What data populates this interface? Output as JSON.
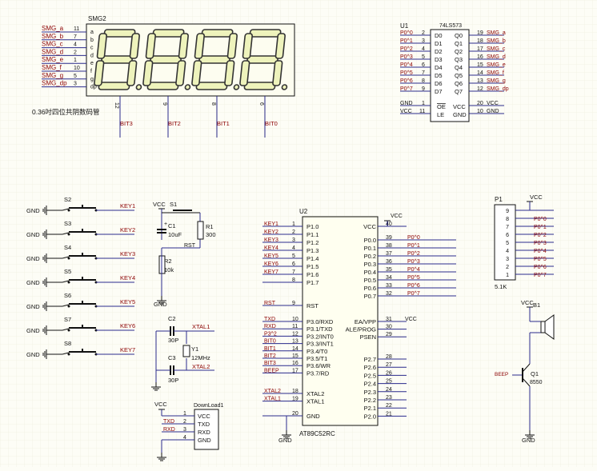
{
  "display": {
    "ref": "SMG2",
    "caption": "0.36吋四位共阴数码管",
    "pins": [
      {
        "sig": "SMG_a",
        "num": "11",
        "seg": "a"
      },
      {
        "sig": "SMG_b",
        "num": "7",
        "seg": "b"
      },
      {
        "sig": "SMG_c",
        "num": "4",
        "seg": "c"
      },
      {
        "sig": "SMG_d",
        "num": "2",
        "seg": "d"
      },
      {
        "sig": "SMG_e",
        "num": "1",
        "seg": "e"
      },
      {
        "sig": "SMG_f",
        "num": "10",
        "seg": "f"
      },
      {
        "sig": "SMG_g",
        "num": "5",
        "seg": "g"
      },
      {
        "sig": "SMG_dp",
        "num": "3",
        "seg": "dp"
      }
    ],
    "digits": [
      {
        "pin": "12",
        "net": "BIT3"
      },
      {
        "pin": "9",
        "net": "BIT2"
      },
      {
        "pin": "8",
        "net": "BIT1"
      },
      {
        "pin": "6",
        "net": "BIT0"
      }
    ]
  },
  "latch": {
    "ref": "U1",
    "part": "74LS573",
    "inputs": [
      {
        "net": "P0^0",
        "num": "2",
        "name": "D0"
      },
      {
        "net": "P0^1",
        "num": "3",
        "name": "D1"
      },
      {
        "net": "P0^2",
        "num": "4",
        "name": "D2"
      },
      {
        "net": "P0^3",
        "num": "5",
        "name": "D3"
      },
      {
        "net": "P0^4",
        "num": "6",
        "name": "D4"
      },
      {
        "net": "P0^5",
        "num": "7",
        "name": "D5"
      },
      {
        "net": "P0^6",
        "num": "8",
        "name": "D6"
      },
      {
        "net": "P0^7",
        "num": "9",
        "name": "D7"
      }
    ],
    "outputs": [
      {
        "name": "Q0",
        "num": "19",
        "net": "SMG_a"
      },
      {
        "name": "Q1",
        "num": "18",
        "net": "SMG_b"
      },
      {
        "name": "Q2",
        "num": "17",
        "net": "SMG_c"
      },
      {
        "name": "Q3",
        "num": "16",
        "net": "SMG_d"
      },
      {
        "name": "Q4",
        "num": "15",
        "net": "SMG_e"
      },
      {
        "name": "Q5",
        "num": "14",
        "net": "SMG_f"
      },
      {
        "name": "Q6",
        "num": "13",
        "net": "SMG_g"
      },
      {
        "name": "Q7",
        "num": "12",
        "net": "SMG_dp"
      }
    ],
    "oe": {
      "net": "GND",
      "num": "1",
      "name": "OE"
    },
    "le": {
      "net": "VCC",
      "num": "11",
      "name": "LE"
    },
    "vcc": {
      "name": "VCC",
      "num": "20",
      "net": "VCC"
    },
    "gnd": {
      "name": "GND",
      "num": "10",
      "net": "GND"
    }
  },
  "switches": [
    {
      "ref": "S2",
      "gnd": "GND",
      "net": "KEY1"
    },
    {
      "ref": "S3",
      "gnd": "GND",
      "net": "KEY2"
    },
    {
      "ref": "S4",
      "gnd": "GND",
      "net": "KEY3"
    },
    {
      "ref": "S5",
      "gnd": "GND",
      "net": "KEY4"
    },
    {
      "ref": "S6",
      "gnd": "GND",
      "net": "KEY5"
    },
    {
      "ref": "S7",
      "gnd": "GND",
      "net": "KEY6"
    },
    {
      "ref": "S8",
      "gnd": "GND",
      "net": "KEY7"
    }
  ],
  "reset": {
    "vcc": "VCC",
    "s1": "S1",
    "c1": "C1",
    "plus": "+",
    "c1_val": "10uF",
    "r1": "R1",
    "r1_val": "300",
    "r2": "R2",
    "r2_val": "10k",
    "rst": "RST",
    "gnd": "GND"
  },
  "clock": {
    "c2": "C2",
    "c2_val": "30P",
    "c3": "C3",
    "c3_val": "30P",
    "y1": "Y1",
    "y1_val": "12MHz",
    "xtal1": "XTAL1",
    "xtal2": "XTAL2"
  },
  "mcu": {
    "ref": "U2",
    "part": "AT89C52RC",
    "left": [
      {
        "net": "KEY1",
        "num": "1",
        "name": "P1.0"
      },
      {
        "net": "KEY2",
        "num": "2",
        "name": "P1.1"
      },
      {
        "net": "KEY3",
        "num": "3",
        "name": "P1.2"
      },
      {
        "net": "KEY4",
        "num": "4",
        "name": "P1.3"
      },
      {
        "net": "KEY5",
        "num": "5",
        "name": "P1.4"
      },
      {
        "net": "KEY6",
        "num": "6",
        "name": "P1.5"
      },
      {
        "net": "KEY7",
        "num": "7",
        "name": "P1.6"
      },
      {
        "net": "",
        "num": "8",
        "name": "P1.7"
      },
      {
        "net": "RST",
        "num": "9",
        "name": "RST"
      },
      {
        "net": "TXD",
        "num": "10",
        "name": "P3.0/RXD"
      },
      {
        "net": "RXD",
        "num": "11",
        "name": "P3.1/TXD"
      },
      {
        "net": "P3^2",
        "num": "12",
        "name": "P3.2/INT0"
      },
      {
        "net": "BIT0",
        "num": "13",
        "name": "P3.3/INT1"
      },
      {
        "net": "BIT1",
        "num": "14",
        "name": "P3.4/T0"
      },
      {
        "net": "BIT2",
        "num": "15",
        "name": "P3.5/T1"
      },
      {
        "net": "BIT3",
        "num": "16",
        "name": "P3.6/WR"
      },
      {
        "net": "BEEP",
        "num": "17",
        "name": "P3.7/RD"
      },
      {
        "net": "XTAL2",
        "num": "18",
        "name": "XTAL2"
      },
      {
        "net": "XTAL1",
        "num": "19",
        "name": "XTAL1"
      },
      {
        "net": "",
        "num": "20",
        "name": "GND"
      }
    ],
    "right": [
      {
        "name": "VCC",
        "num": "40",
        "net": "VCC"
      },
      {
        "name": "P0.0",
        "num": "39",
        "net": "P0^0"
      },
      {
        "name": "P0.1",
        "num": "38",
        "net": "P0^1"
      },
      {
        "name": "P0.2",
        "num": "37",
        "net": "P0^2"
      },
      {
        "name": "P0.3",
        "num": "36",
        "net": "P0^3"
      },
      {
        "name": "P0.4",
        "num": "35",
        "net": "P0^4"
      },
      {
        "name": "P0.5",
        "num": "34",
        "net": "P0^5"
      },
      {
        "name": "P0.6",
        "num": "33",
        "net": "P0^6"
      },
      {
        "name": "P0.7",
        "num": "32",
        "net": "P0^7"
      },
      {
        "name": "EA/VPP",
        "num": "31",
        "net": "VCC"
      },
      {
        "name": "ALE/PROG",
        "num": "30",
        "net": ""
      },
      {
        "name": "PSEN",
        "num": "29",
        "net": ""
      },
      {
        "name": "P2.7",
        "num": "28",
        "net": ""
      },
      {
        "name": "P2.6",
        "num": "27",
        "net": ""
      },
      {
        "name": "P2.5",
        "num": "26",
        "net": ""
      },
      {
        "name": "P2.4",
        "num": "25",
        "net": ""
      },
      {
        "name": "P2.3",
        "num": "24",
        "net": ""
      },
      {
        "name": "P2.2",
        "num": "23",
        "net": ""
      },
      {
        "name": "P2.1",
        "num": "22",
        "net": ""
      },
      {
        "name": "P2.0",
        "num": "21",
        "net": ""
      }
    ],
    "gnd_net": "GND",
    "vcc_net": "VCC"
  },
  "pullup": {
    "ref": "P1",
    "value": "5.1K",
    "vcc": "VCC",
    "pins": [
      {
        "num": "9",
        "net": ""
      },
      {
        "num": "8",
        "net": "P0^0"
      },
      {
        "num": "7",
        "net": "P0^1"
      },
      {
        "num": "6",
        "net": "P0^2"
      },
      {
        "num": "5",
        "net": "P0^3"
      },
      {
        "num": "4",
        "net": "P0^4"
      },
      {
        "num": "3",
        "net": "P0^5"
      },
      {
        "num": "2",
        "net": "P0^6"
      },
      {
        "num": "1",
        "net": "P0^7"
      }
    ]
  },
  "buzzer": {
    "b1": "B1",
    "vcc": "VCC",
    "q1": "Q1",
    "q1_val": "8550",
    "net": "BEEP",
    "gnd": "GND"
  },
  "download": {
    "ref": "DownLoad1",
    "vcc": "VCC",
    "gnd": "GND",
    "pins": [
      {
        "net": "",
        "num": "1",
        "name": "VCC"
      },
      {
        "net": "TXD",
        "num": "2",
        "name": "TXD"
      },
      {
        "net": "RXD",
        "num": "3",
        "name": "RXD"
      },
      {
        "net": "",
        "num": "4",
        "name": "GND"
      }
    ]
  },
  "colors": {
    "wire": "#2a2a8c",
    "label": "#8b0000",
    "segment": "#eef3bc",
    "pad": "#ffffd6"
  }
}
